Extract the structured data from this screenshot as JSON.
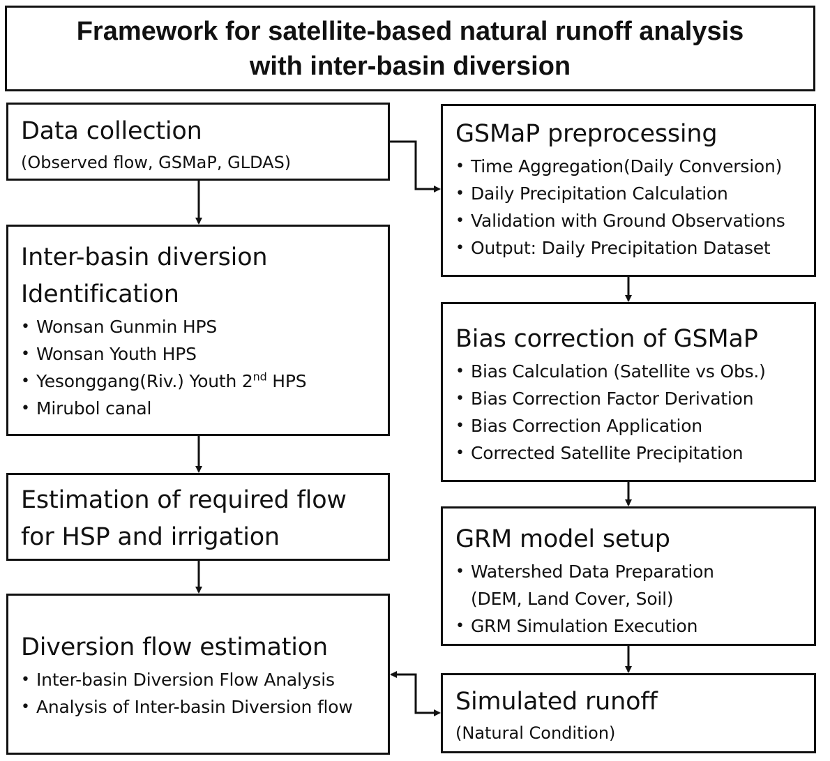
{
  "title": {
    "line1": "Framework for satellite-based natural runoff analysis",
    "line2": "with inter-basin diversion"
  },
  "left": {
    "data_collection": {
      "heading": "Data collection",
      "sub": "(Observed flow, GSMaP, GLDAS)"
    },
    "diversion_identification": {
      "heading_line1": "Inter-basin diversion",
      "heading_line2": "Identification",
      "items": [
        "Wonsan Gunmin HPS",
        "Wonsan Youth HPS",
        "Mirubol canal"
      ],
      "item3": {
        "before": "Yesonggang(Riv.) Youth 2",
        "sup": "nd",
        "after": " HPS"
      }
    },
    "required_flow": {
      "heading_line1": "Estimation of required flow",
      "heading_line2": "for HSP and irrigation"
    },
    "diversion_flow": {
      "heading": "Diversion flow estimation",
      "items": [
        "Inter-basin Diversion Flow Analysis",
        "Analysis of Inter-basin Diversion flow"
      ]
    }
  },
  "right": {
    "gsmap_preprocessing": {
      "heading": "GSMaP preprocessing",
      "items": [
        "Time Aggregation(Daily Conversion)",
        "Daily Precipitation Calculation",
        "Validation with Ground Observations",
        "Output: Daily Precipitation Dataset"
      ]
    },
    "bias_correction": {
      "heading": "Bias correction of GSMaP",
      "items": [
        "Bias Calculation (Satellite vs Obs.)",
        "Bias Correction Factor Derivation",
        "Bias Correction Application",
        "Corrected Satellite Precipitation"
      ]
    },
    "grm_setup": {
      "heading": "GRM model setup",
      "items": [
        "Watershed Data Preparation",
        "(DEM, Land Cover, Soil)",
        "GRM Simulation Execution"
      ]
    },
    "simulated_runoff": {
      "heading": "Simulated runoff",
      "sub": "(Natural Condition)"
    }
  },
  "colors": {
    "line": "#111111",
    "background": "#ffffff"
  }
}
